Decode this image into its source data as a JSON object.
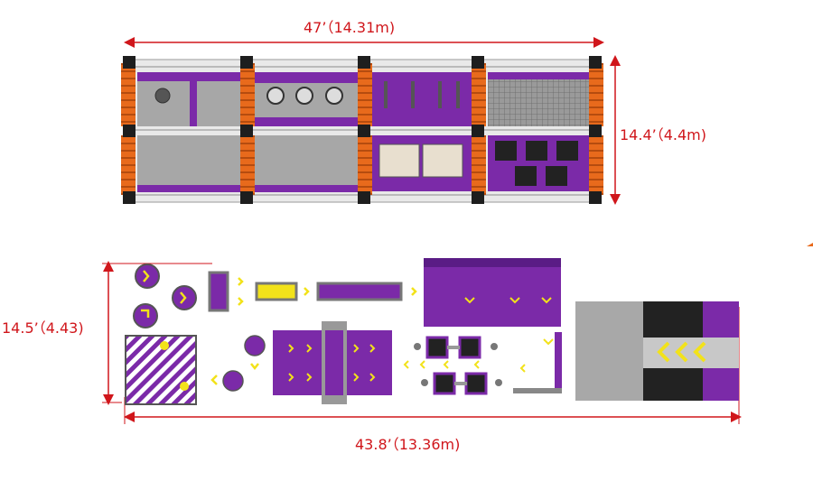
{
  "dimensions": {
    "top_width": "47’（14.31m)",
    "top_height": "14.4’（4.4m)",
    "bottom_height": "14.5’（4.43)",
    "bottom_width": "43.8’（13.36m)"
  },
  "colors": {
    "dimension": "#d0161b",
    "orange": "#e86a1c",
    "purple": "#7b2aa8",
    "dark_purple": "#5a1c85",
    "yellow": "#f2e21a",
    "gray_floor": "#a8a8a8",
    "black": "#222222",
    "steel": "#c8c8c8"
  },
  "icons": [
    "ladder-icon",
    "arrow-chevron-icon",
    "wall-climb-icon",
    "trampoline-icon",
    "foam-pit-icon"
  ]
}
